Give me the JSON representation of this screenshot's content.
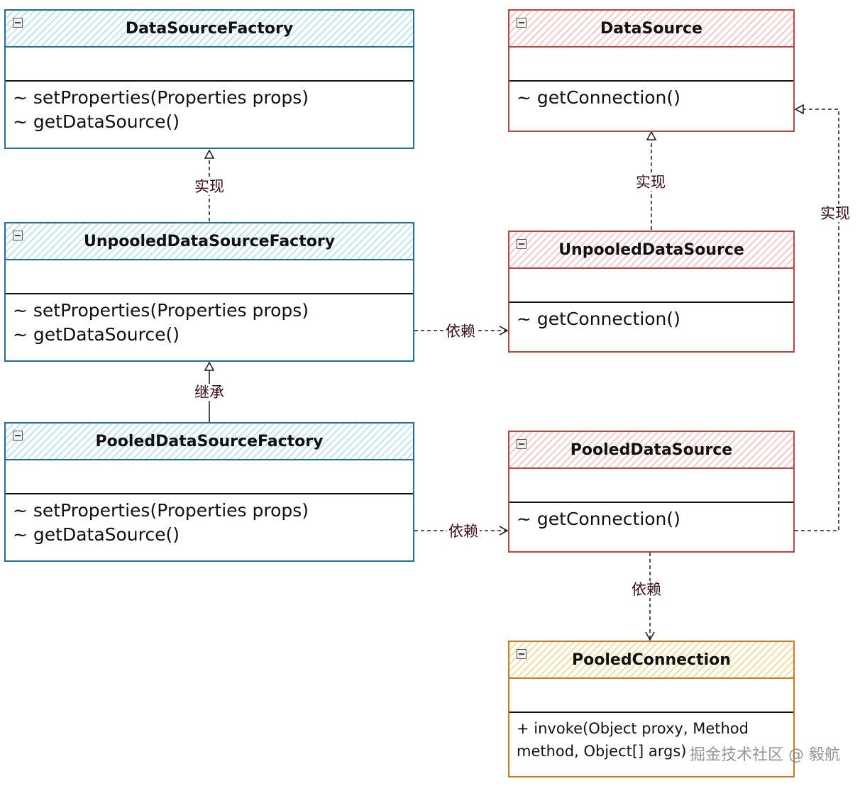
{
  "classes": {
    "dsf": {
      "name": "DataSourceFactory",
      "ops": [
        "~ setProperties(Properties props)",
        "~ getDataSource()"
      ]
    },
    "udsf": {
      "name": "UnpooledDataSourceFactory",
      "ops": [
        "~ setProperties(Properties props)",
        "~ getDataSource()"
      ]
    },
    "pdsf": {
      "name": "PooledDataSourceFactory",
      "ops": [
        "~ setProperties(Properties props)",
        "~ getDataSource()"
      ]
    },
    "ds": {
      "name": "DataSource",
      "ops": [
        "~ getConnection()"
      ]
    },
    "uds": {
      "name": "UnpooledDataSource",
      "ops": [
        "~ getConnection()"
      ]
    },
    "pds": {
      "name": "PooledDataSource",
      "ops": [
        "~ getConnection()"
      ]
    },
    "pc": {
      "name": "PooledConnection",
      "ops": [
        "+ invoke(Object proxy, Method method, Object[] args)"
      ]
    }
  },
  "relations": {
    "implements": "实现",
    "extends": "继承",
    "depends": "依赖"
  },
  "colors": {
    "factory": "#1f6f9a",
    "datasource": "#c0443f",
    "connection": "#cc7a1a",
    "label": "#3b0a1e"
  },
  "watermark": "掘金技术社区 @ 毅航"
}
